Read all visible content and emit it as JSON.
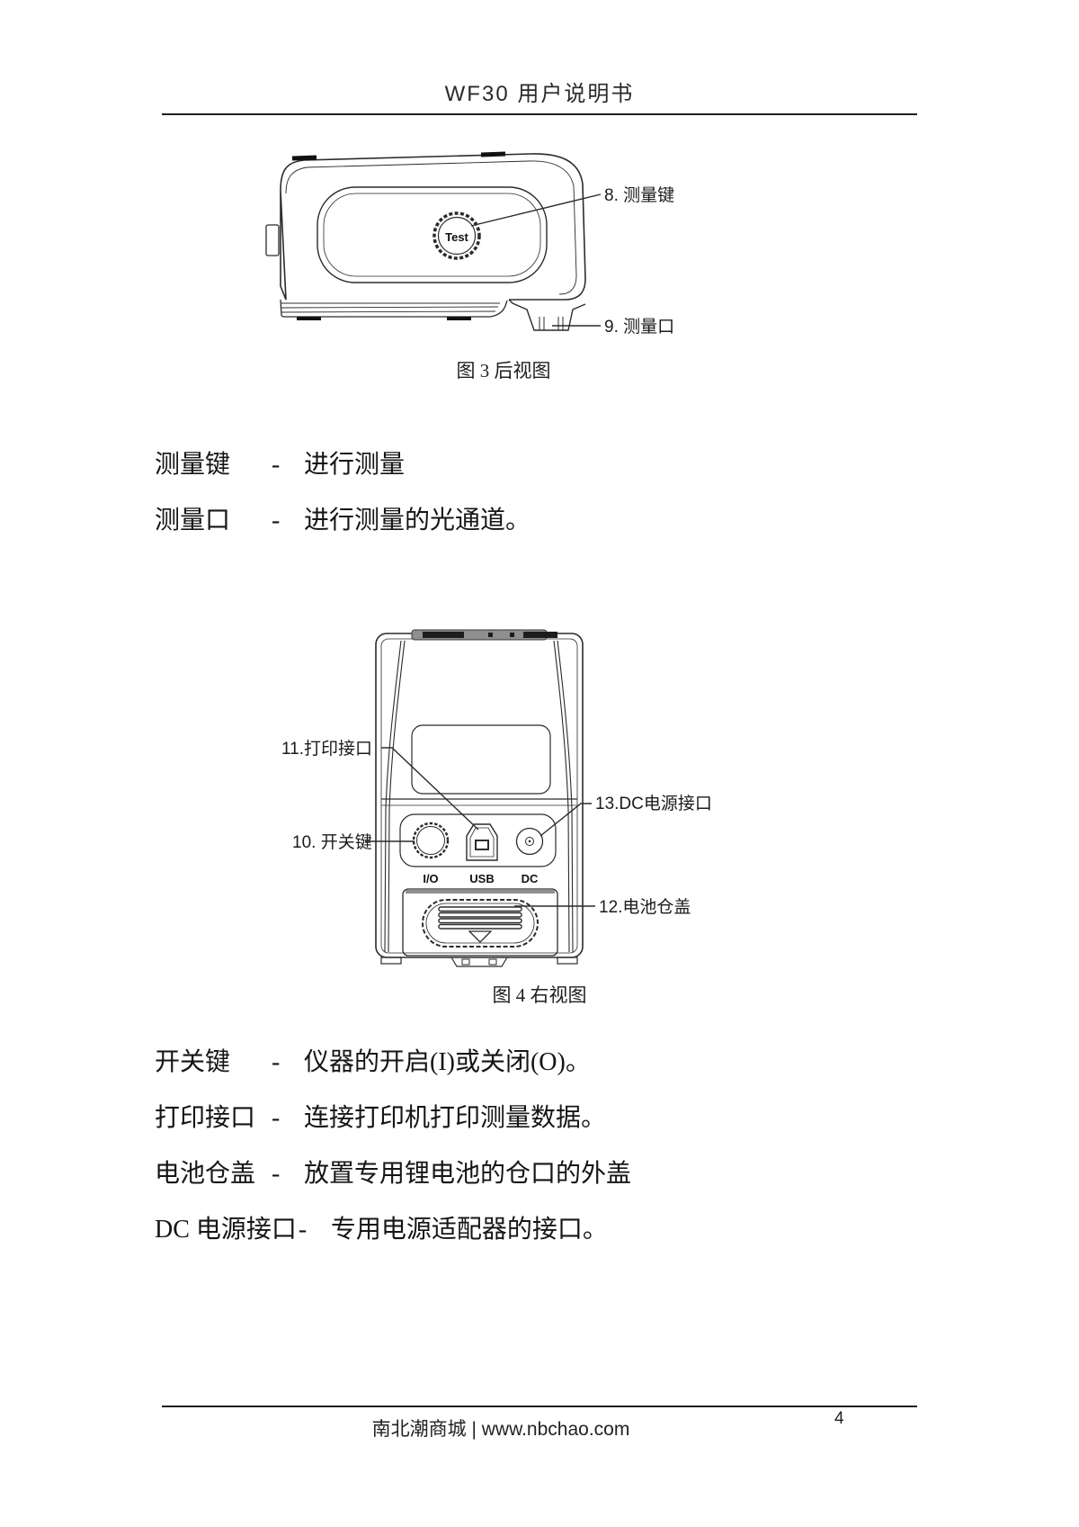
{
  "header": {
    "title": "WF30 用户说明书"
  },
  "figure3": {
    "caption": "图 3 后视图",
    "test_button_label": "Test",
    "labels": {
      "measure_key": "8. 测量键",
      "measure_port": "9. 测量口"
    }
  },
  "definitions1": [
    {
      "term": "测量键",
      "dash": "-",
      "desc": "进行测量"
    },
    {
      "term": "测量口",
      "dash": "-",
      "desc": "进行测量的光通道。"
    }
  ],
  "figure4": {
    "caption": "图 4 右视图",
    "labels": {
      "print_port": "11.打印接口",
      "power_key": "10. 开关键",
      "dc_port": "13.DC电源接口",
      "battery_cover": "12.电池仓盖"
    },
    "connector_labels": {
      "io": "I/O",
      "usb": "USB",
      "dc": "DC"
    }
  },
  "definitions2": [
    {
      "term": "开关键",
      "dash": "-",
      "desc": "仪器的开启(I)或关闭(O)。"
    },
    {
      "term": "打印接口",
      "dash": "-",
      "desc": "连接打印机打印测量数据。"
    },
    {
      "term": "电池仓盖",
      "dash": "-",
      "desc": "放置专用锂电池的仓口的外盖"
    },
    {
      "term": "DC 电源接口",
      "dash": "-",
      "desc": "专用电源适配器的接口。"
    }
  ],
  "footer": {
    "site": "南北潮商城 | www.nbchao.com",
    "page_number": "4"
  },
  "colors": {
    "ink": "#1c1c1c",
    "diagram_gray": "#8f8f8f"
  }
}
